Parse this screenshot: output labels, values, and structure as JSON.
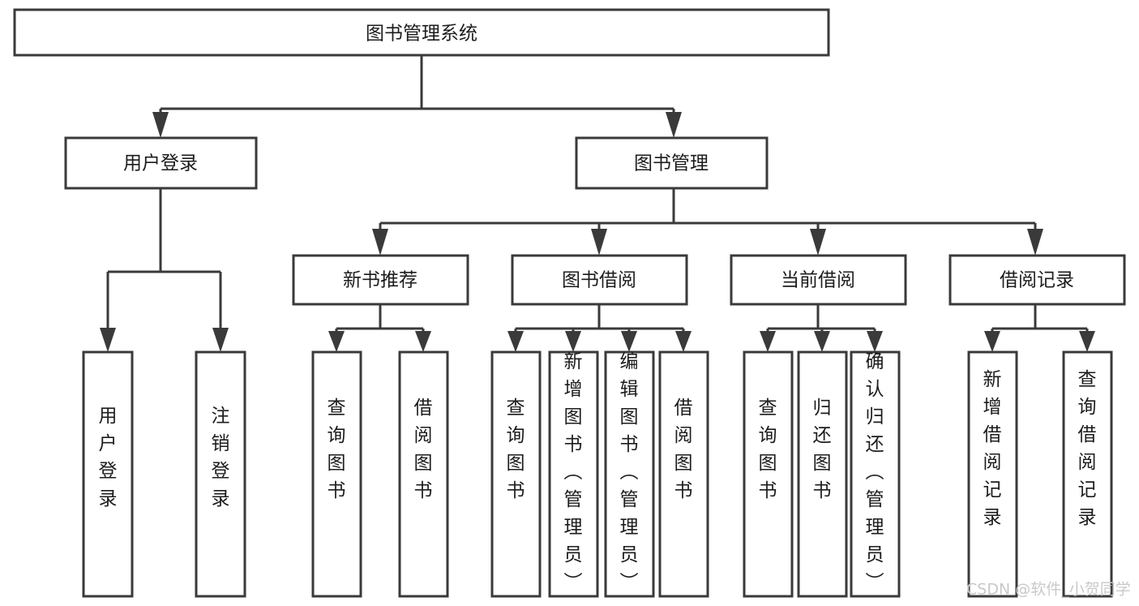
{
  "diagram": {
    "type": "tree-hierarchy",
    "title": "图书管理系统",
    "orientation": "top-down",
    "colors": {
      "box_stroke": "#3a3a3a",
      "box_fill": "#ffffff",
      "text": "#1c1c1c",
      "canvas": "#ffffff",
      "watermark": "#c9c9c9"
    },
    "root": {
      "label": "图书管理系统"
    },
    "level2": [
      {
        "label": "用户登录"
      },
      {
        "label": "图书管理"
      }
    ],
    "level3": [
      {
        "label": "新书推荐"
      },
      {
        "label": "图书借阅"
      },
      {
        "label": "当前借阅"
      },
      {
        "label": "借阅记录"
      }
    ],
    "leaves_login": [
      {
        "label": "用户登录"
      },
      {
        "label": "注销登录"
      }
    ],
    "leaves_newbook": [
      {
        "label": "查询图书"
      },
      {
        "label": "借阅图书"
      }
    ],
    "leaves_borrow": [
      {
        "label": "查询图书"
      },
      {
        "label": "新增图书（管理员）"
      },
      {
        "label": "编辑图书（管理员）"
      },
      {
        "label": "借阅图书"
      }
    ],
    "leaves_current": [
      {
        "label": "查询图书"
      },
      {
        "label": "归还图书"
      },
      {
        "label": "确认归还（管理员）"
      }
    ],
    "leaves_record": [
      {
        "label": "新增借阅记录"
      },
      {
        "label": "查询借阅记录"
      }
    ]
  },
  "watermark": {
    "label": "CSDN @软件_小贺同学"
  }
}
